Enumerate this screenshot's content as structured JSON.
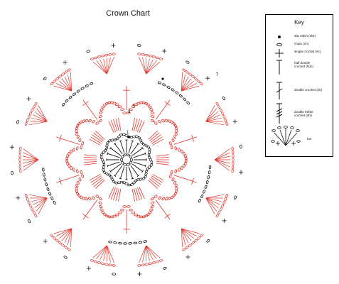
{
  "page": {
    "title": "Crown Chart"
  },
  "colors": {
    "red": "#e0332a",
    "black": "#111111",
    "light_red": "#f29a92"
  },
  "chart_labels": {
    "round_7": "7",
    "round_3": "3",
    "round_1": "1"
  },
  "key": {
    "title": "Key",
    "items": [
      {
        "icon": "slip-stitch-icon",
        "label": "slip stitch (slst)"
      },
      {
        "icon": "chain-icon",
        "label": "chain (ch)"
      },
      {
        "icon": "single-crochet-icon",
        "label": "single crochet (sc)"
      },
      {
        "icon": "half-double-crochet-icon",
        "label": "half double\ncrochet (hdc)"
      },
      {
        "icon": "double-crochet-icon",
        "label": "double crochet (dc)"
      },
      {
        "icon": "double-treble-crochet-icon",
        "label": "double treble\ncrochet (dtr)"
      }
    ],
    "fan": {
      "icon": "fan-icon",
      "label": "fan"
    }
  }
}
